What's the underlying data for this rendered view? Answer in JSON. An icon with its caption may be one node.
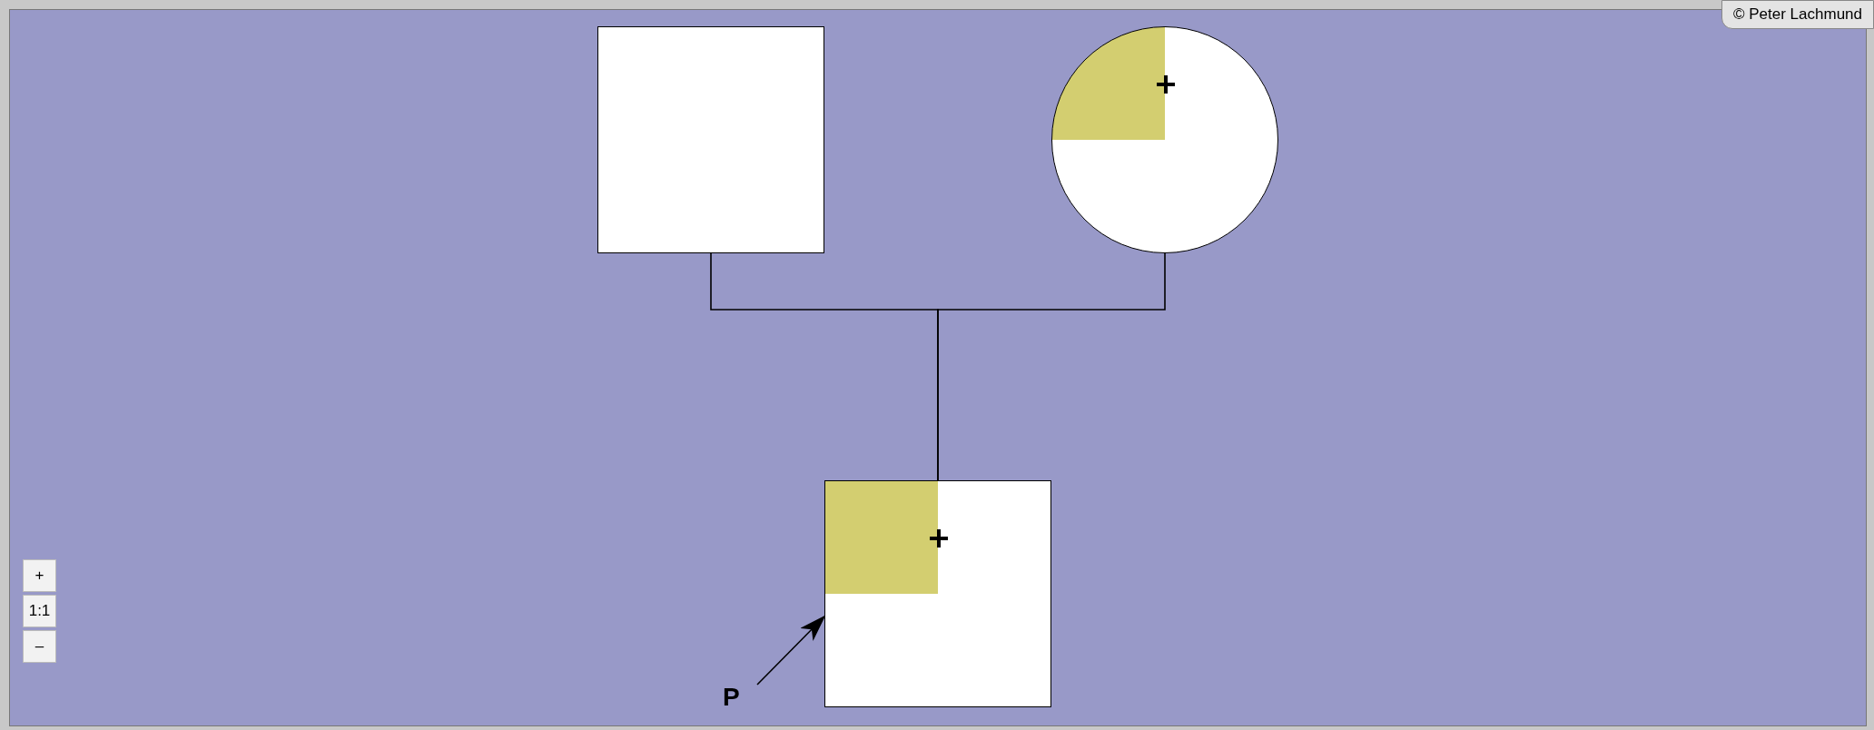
{
  "diagram": {
    "nodes": [
      {
        "text": [],
        "shape": "box"
      },
      {
        "text": [],
        "shape": "circle"
      },
      {
        "text": [],
        "shape": "box"
      },
      {
        "text": [
          "P"
        ]
      }
    ],
    "edges": [
      {
        "from": 0,
        "to": 2,
        "arrow": "none"
      },
      {
        "from": 1,
        "to": 2,
        "arrow": "none"
      },
      {
        "from": 3,
        "to": 2,
        "arrow": "to"
      }
    ],
    "labels": [
      "© Peter Lachmund",
      "+",
      "1:1",
      "–"
    ]
  }
}
